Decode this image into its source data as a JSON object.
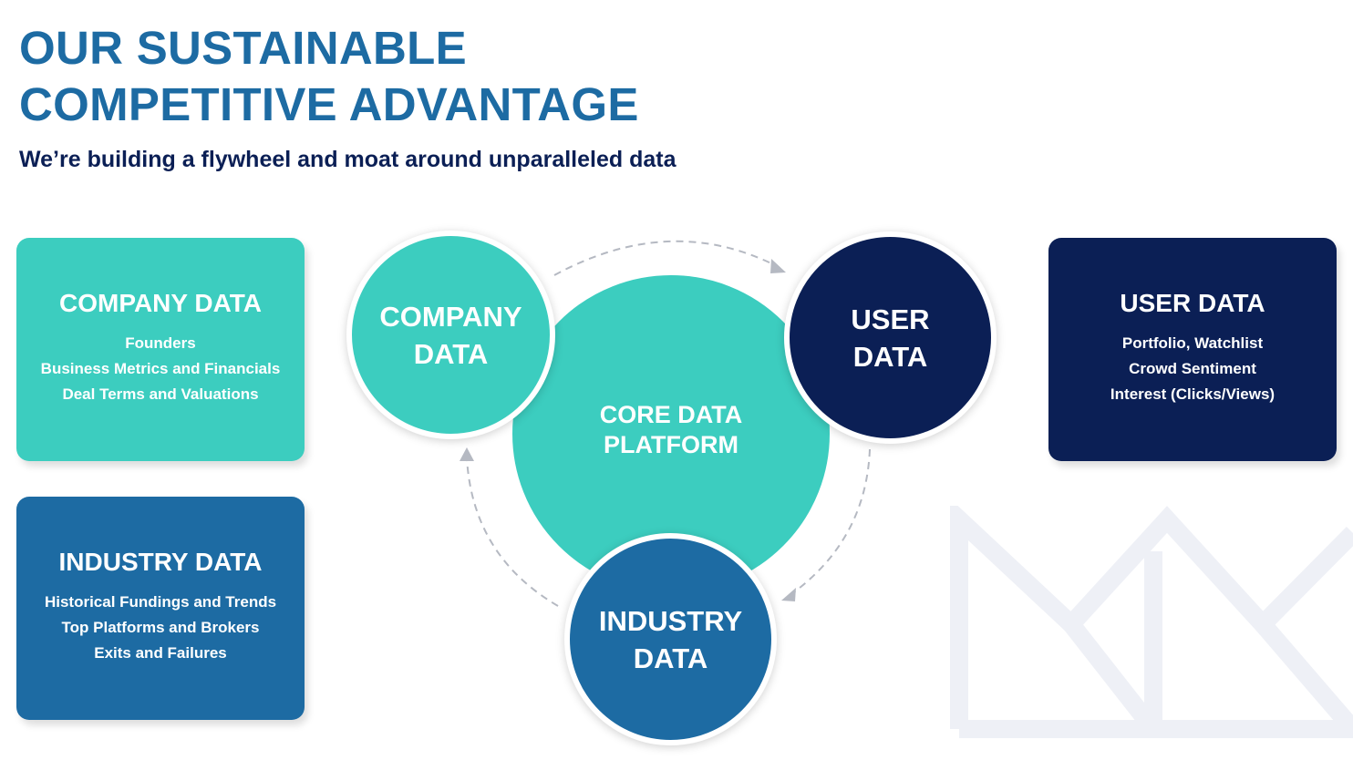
{
  "header": {
    "title_line1": "OUR SUSTAINABLE",
    "title_line2": "COMPETITIVE ADVANTAGE",
    "subtitle": "We’re building a flywheel and moat around unparalleled data"
  },
  "cards": {
    "company": {
      "title": "COMPANY DATA",
      "items": [
        "Founders",
        "Business Metrics and Financials",
        "Deal Terms and Valuations"
      ]
    },
    "industry": {
      "title": "INDUSTRY DATA",
      "items": [
        "Historical Fundings and Trends",
        "Top Platforms and Brokers",
        "Exits and Failures"
      ]
    },
    "user": {
      "title": "USER DATA",
      "items": [
        "Portfolio, Watchlist",
        "Crowd Sentiment",
        "Interest (Clicks/Views)"
      ]
    }
  },
  "diagram": {
    "core": "CORE DATA\nPLATFORM",
    "company": "COMPANY\nDATA",
    "user": "USER\nDATA",
    "industry": "INDUSTRY\nDATA"
  },
  "colors": {
    "title": "#1d6ba3",
    "subtitle": "#0b1f55",
    "teal": "#3ccdbf",
    "blue": "#1d6ba3",
    "navy": "#0b1f55",
    "arrow": "#b5b9c2",
    "watermark": "#eef0f6"
  },
  "icons": [
    "arrowhead-icon",
    "watermark-logo"
  ]
}
